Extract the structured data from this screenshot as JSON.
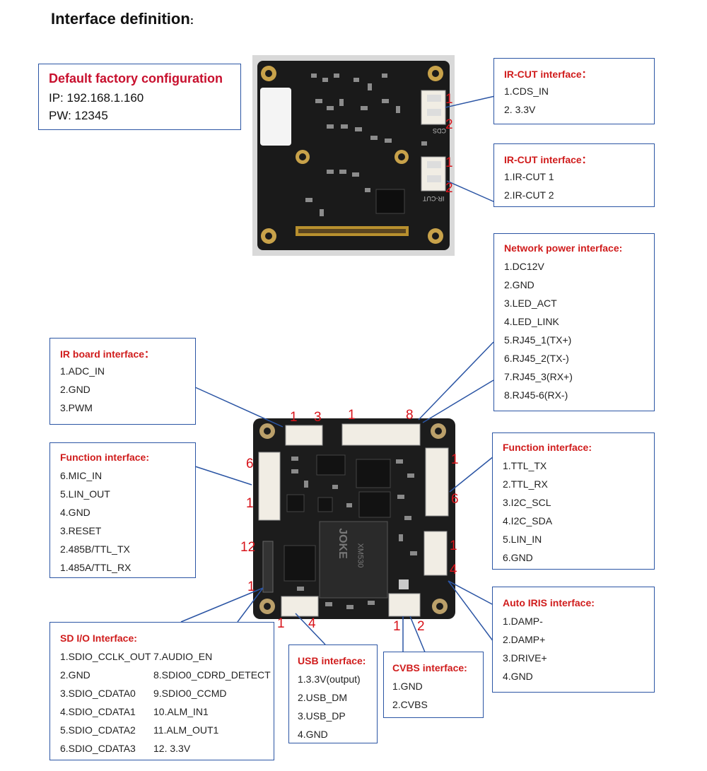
{
  "title": "Interface definition",
  "title_suffix": ":",
  "factory": {
    "title": "Default factory configuration",
    "ip": "IP: 192.168.1.160",
    "pw": "PW: 12345"
  },
  "ircut1": {
    "title": "IR-CUT interface：",
    "items": [
      "1.CDS_IN",
      "2. 3.3V"
    ]
  },
  "ircut2": {
    "title": "IR-CUT interface：",
    "items": [
      "1.IR-CUT 1",
      "2.IR-CUT 2"
    ]
  },
  "network": {
    "title": "Network power interface:",
    "items": [
      "1.DC12V",
      "2.GND",
      "3.LED_ACT",
      "4.LED_LINK",
      "5.RJ45_1(TX+)",
      "6.RJ45_2(TX-)",
      "7.RJ45_3(RX+)",
      "8.RJ45-6(RX-)"
    ]
  },
  "irboard": {
    "title": "IR board interface：",
    "items": [
      "1.ADC_IN",
      "2.GND",
      "3.PWM"
    ]
  },
  "func_left": {
    "title": "Function interface:",
    "items": [
      "6.MIC_IN",
      "5.LIN_OUT",
      "4.GND",
      "3.RESET",
      "2.485B/TTL_TX",
      "1.485A/TTL_RX"
    ]
  },
  "func_right": {
    "title": "Function interface:",
    "items": [
      "1.TTL_TX",
      "2.TTL_RX",
      "3.I2C_SCL",
      "4.I2C_SDA",
      "5.LIN_IN",
      "6.GND"
    ]
  },
  "iris": {
    "title": "Auto IRIS interface:",
    "items": [
      "1.DAMP-",
      "2.DAMP+",
      "3.DRIVE+",
      "4.GND"
    ]
  },
  "sdio": {
    "title": "SD I/O Interface:",
    "col1": [
      "1.SDIO_CCLK_OUT",
      "2.GND",
      "3.SDIO_CDATA0",
      "4.SDIO_CDATA1",
      "5.SDIO_CDATA2",
      "6.SDIO_CDATA3"
    ],
    "col2": [
      "7.AUDIO_EN",
      "8.SDIO0_CDRD_DETECT",
      "9.SDIO0_CCMD",
      "10.ALM_IN1",
      "11.ALM_OUT1",
      "12. 3.3V"
    ]
  },
  "usb": {
    "title": "USB interface:",
    "items": [
      "1.3.3V(output)",
      "2.USB_DM",
      "3.USB_DP",
      "4.GND"
    ]
  },
  "cvbs": {
    "title": "CVBS interface:",
    "items": [
      "1.GND",
      "2.CVBS"
    ]
  },
  "pins": {
    "ircut1_1": "1",
    "ircut1_2": "2",
    "ircut2_1": "1",
    "ircut2_2": "2",
    "ir_1": "1",
    "ir_3": "3",
    "net_1": "1",
    "net_8": "8",
    "fl_6": "6",
    "fl_1": "1",
    "fr_1": "1",
    "fr_6": "6",
    "iris_1": "1",
    "iris_4": "4",
    "sd_12": "12",
    "sd_1": "1",
    "usb_1": "1",
    "usb_4": "4",
    "cvbs_1": "1",
    "cvbs_2": "2"
  },
  "board_marks": {
    "cds": "CDS",
    "ircut": "IR-CUT",
    "chip": "XM530",
    "brand": "JOKE"
  },
  "colors": {
    "box_border": "#2b55a4",
    "title_red": "#d01c1c",
    "pin_red": "#d8131a",
    "pcb": "#1a1a1a"
  }
}
